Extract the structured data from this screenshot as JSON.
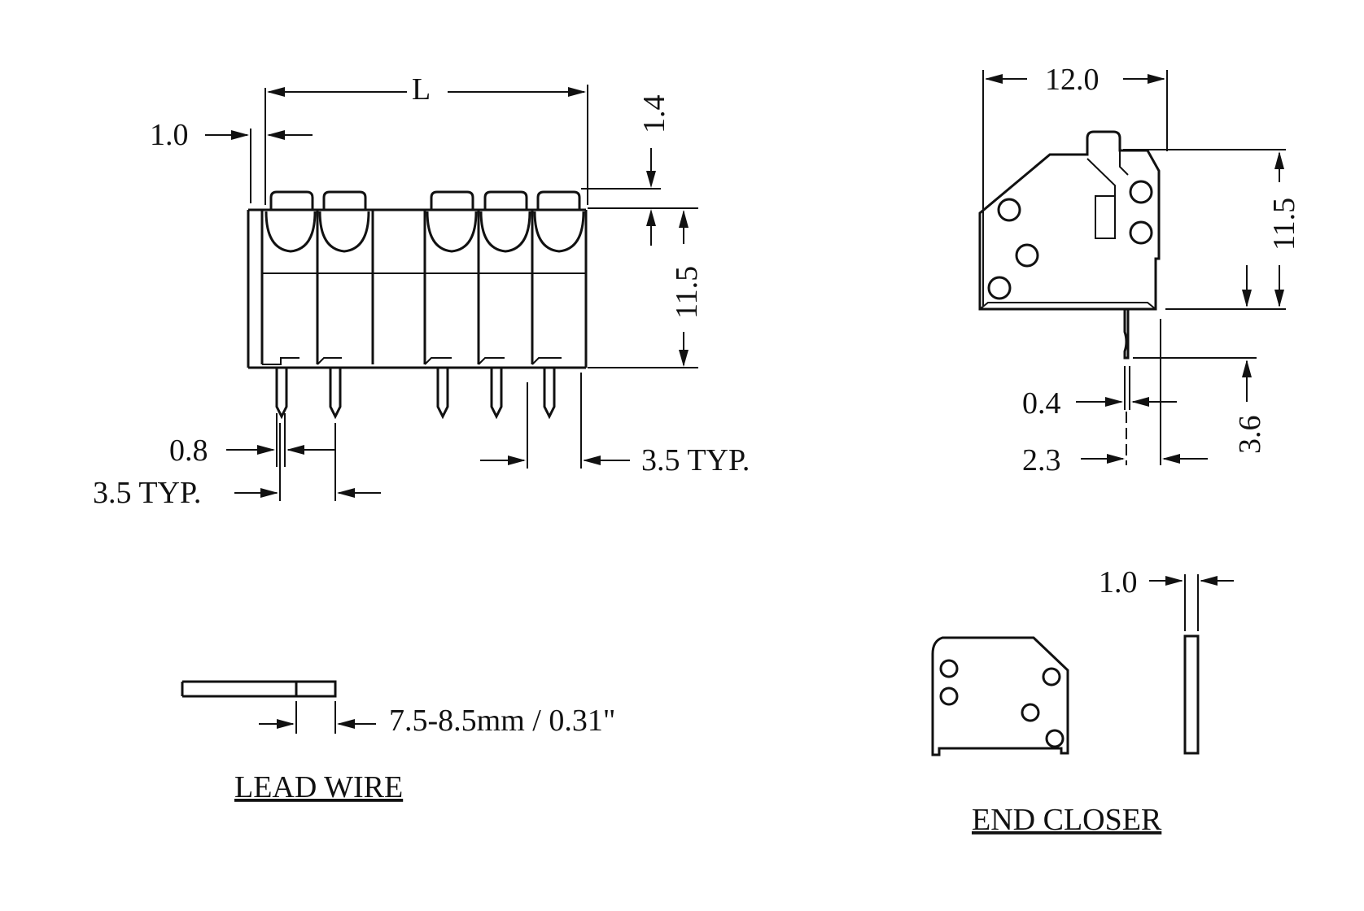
{
  "colors": {
    "ink": "#111111",
    "paper": "#ffffff"
  },
  "front_view": {
    "dimensions": {
      "length": "L",
      "edge_offset": "1.0",
      "button_height": "1.4",
      "body_height": "11.5",
      "pin_width": "0.8",
      "pitch_left": "3.5 TYP.",
      "pitch_right": "3.5 TYP."
    }
  },
  "side_view": {
    "dimensions": {
      "width": "12.0",
      "height": "11.5",
      "pin_thickness": "0.4",
      "pin_offset": "2.3",
      "pin_length": "3.6"
    }
  },
  "lead_wire": {
    "strip_length": "7.5-8.5mm / 0.31\"",
    "caption": "LEAD WIRE"
  },
  "end_closer": {
    "thickness": "1.0",
    "caption": "END CLOSER"
  }
}
